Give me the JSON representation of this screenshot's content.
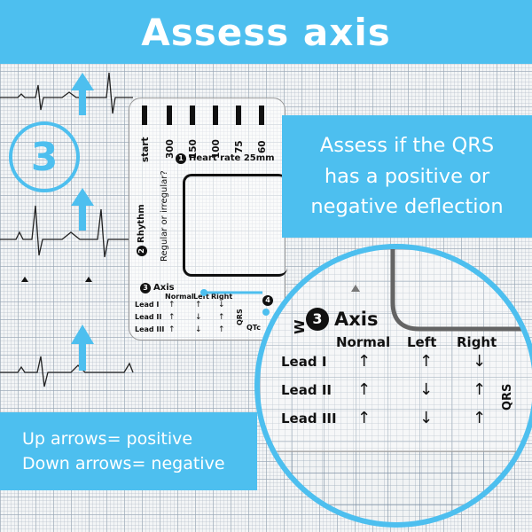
{
  "title": "Assess axis",
  "step_number": "3",
  "instruction_lines": [
    "Assess if the QRS",
    "has a positive or",
    "negative deflection"
  ],
  "legend_lines": [
    "Up arrows= positive",
    "Down arrows= negative"
  ],
  "ruler": {
    "scale_labels": [
      "start",
      "300",
      "150",
      "100",
      "75",
      "60"
    ],
    "heart_rate_label": "Heart rate 25mm",
    "rhythm_label": "Rhythm",
    "rhythm_question": "Regular or irregular?",
    "axis_label": "Axis",
    "columns": [
      "Normal",
      "Left",
      "Right"
    ],
    "leads": [
      "Lead I",
      "Lead II",
      "Lead III"
    ],
    "qrs": "QRS",
    "qtc": "QTc",
    "step4": "4"
  },
  "magnifier": {
    "step": "3",
    "axis_title": "Axis",
    "columns": [
      "Normal",
      "Left",
      "Right"
    ],
    "rows": [
      {
        "lead": "Lead I",
        "normal": "↑",
        "left": "↑",
        "right": "↓"
      },
      {
        "lead": "Lead II",
        "normal": "↑",
        "left": "↓",
        "right": "↑"
      },
      {
        "lead": "Lead III",
        "normal": "↑",
        "left": "↓",
        "right": "↑"
      }
    ],
    "qrs": "QRS"
  },
  "colors": {
    "accent": "#4dbfef",
    "ink": "#111111"
  }
}
